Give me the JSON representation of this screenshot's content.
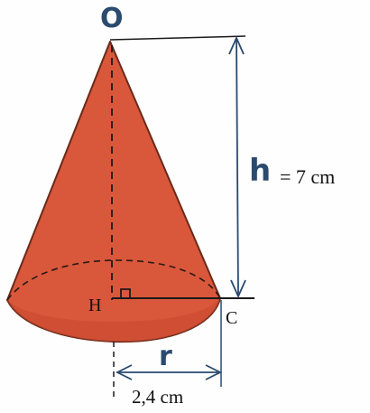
{
  "labels": {
    "apex": "O",
    "center": "H",
    "edge_point": "C",
    "height_symbol": "h",
    "height_value": "= 7 cm",
    "radius_symbol": "r",
    "radius_value": "2,4 cm"
  },
  "colors": {
    "cone_fill": "#d9573b",
    "cone_dark": "#b8432c",
    "ink": "#2a4a6e",
    "line": "#1a1a1a"
  }
}
